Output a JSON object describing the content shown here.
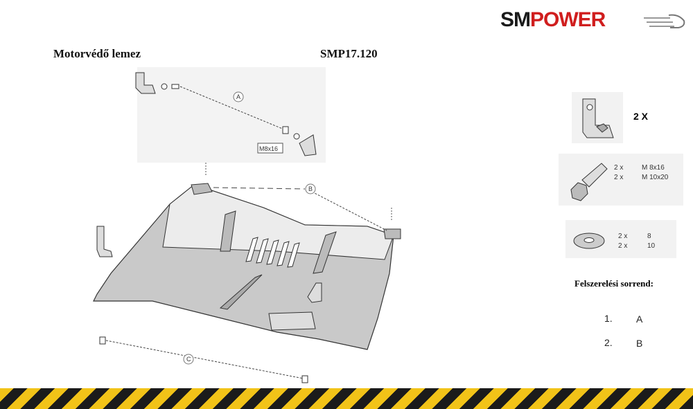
{
  "header": {
    "title_left": "Motorvédő lemez",
    "title_right": "SMP17.120",
    "logo_sm": "SM",
    "logo_power": "POWER"
  },
  "diagram": {
    "callout_a": "A",
    "callout_b": "B",
    "callout_c": "C",
    "bolt_label": "M8x16"
  },
  "parts": {
    "bracket_qty": "2 X",
    "bolts": [
      {
        "qty": "2 x",
        "size": "M 8x16"
      },
      {
        "qty": "2 x",
        "size": "M 10x20"
      }
    ],
    "washers": [
      {
        "qty": "2 x",
        "size": "8"
      },
      {
        "qty": "2 x",
        "size": "10"
      }
    ]
  },
  "sequence": {
    "heading": "Felszerelési sorrend:",
    "steps": [
      {
        "num": "1.",
        "letter": "A"
      },
      {
        "num": "2.",
        "letter": "B"
      }
    ]
  },
  "colors": {
    "brand_red": "#d01e1e",
    "stripe_yellow": "#f2c318",
    "stripe_black": "#1b1b1b"
  }
}
